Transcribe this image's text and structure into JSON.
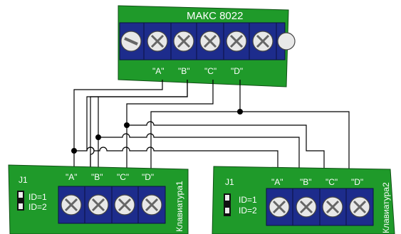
{
  "controller": {
    "title": "МАКС 8022",
    "terminal_labels": [
      "\"A\"",
      "\"B\"",
      "\"C\"",
      "\"D\""
    ]
  },
  "keypad1": {
    "jumper_label": "J1",
    "id1_label": "ID=1",
    "id2_label": "ID=2",
    "terminal_labels": [
      "\"A\"",
      "\"B\"",
      "\"C\"",
      "\"D\""
    ],
    "name": "Клавиатура1"
  },
  "keypad2": {
    "jumper_label": "J1",
    "id1_label": "ID=1",
    "id2_label": "ID=2",
    "terminal_labels": [
      "\"A\"",
      "\"B\"",
      "\"C\"",
      "\"D\""
    ],
    "name": "Клавиатура2"
  },
  "colors": {
    "board": "#1f9a2a",
    "terminal_block": "#1d2c8c",
    "screw": "#e6e6e6"
  }
}
